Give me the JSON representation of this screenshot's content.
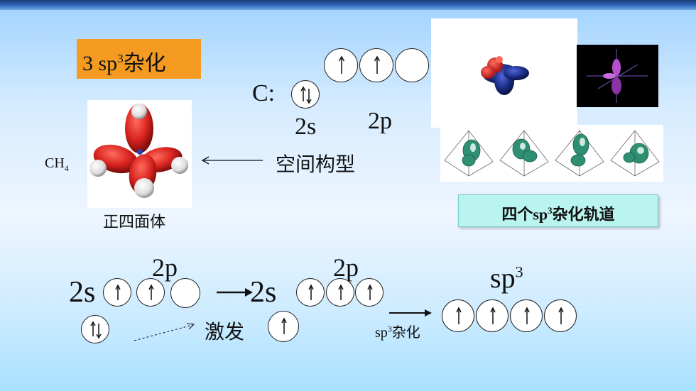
{
  "title": {
    "prefix": "3 sp",
    "sup": "3",
    "suffix": "杂化"
  },
  "carbon_label": "C:",
  "top_2s": "2s",
  "top_2p": "2p",
  "ch4_label": {
    "base": "CH",
    "sub": "4"
  },
  "ch4_caption": "正四面体",
  "spatial_label": "空间构型",
  "orbital_caption": {
    "prefix": "四个sp",
    "sup": "3",
    "suffix": "杂化轨道"
  },
  "bottom": {
    "label_2s_left": "2s",
    "label_2p_left": "2p",
    "label_2s_mid": "2s",
    "label_2p_mid": "2p",
    "excite": "激发",
    "sp3_label": {
      "base": "sp",
      "sup": "3"
    },
    "hybrid_label": {
      "base": "sp",
      "sup": "3",
      "suffix": "杂化"
    }
  },
  "colors": {
    "title_bg": "#f59b22",
    "caption_bg": "#b9f4ef",
    "lobe_red": "#d8231f",
    "lobe_green": "#2e8f72",
    "navy": "#1c2f8a"
  },
  "icons": [
    "up-arrow",
    "up-down-arrows",
    "left-arrow",
    "right-arrow",
    "dashed-arrow"
  ]
}
